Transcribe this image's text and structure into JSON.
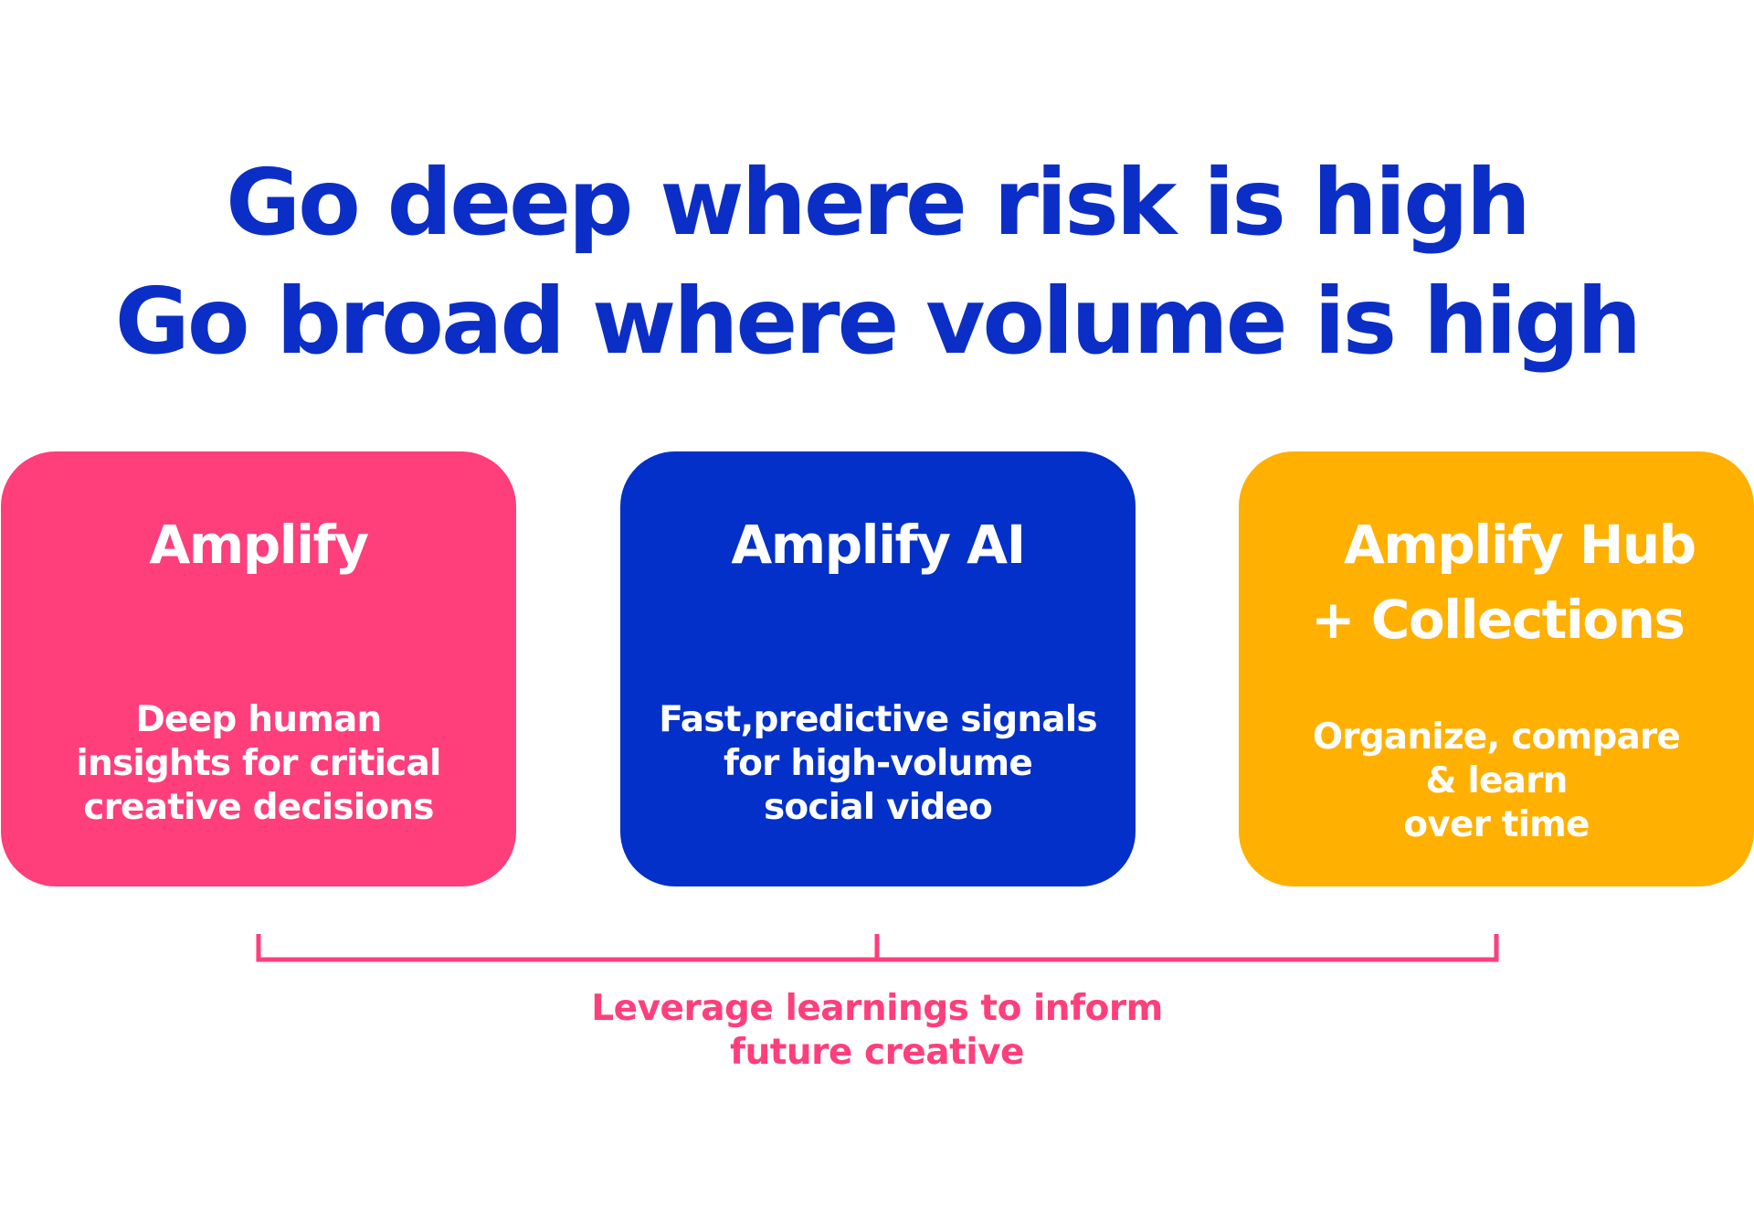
{
  "colors": {
    "headline": "#0b2ec7",
    "amplify": "#ff3e7c",
    "amplify_ai": "#0230c8",
    "amplify_hub": "#ffb000",
    "card_text": "#ffffff",
    "bracket": "#ff3e7c",
    "caption": "#ff3e7c"
  },
  "headline": {
    "line1": "Go deep where risk is high",
    "line2": "Go broad where volume is high"
  },
  "cards": [
    {
      "title": "Amplify",
      "description": [
        "Deep human",
        "insights for critical",
        "creative decisions"
      ]
    },
    {
      "title": "Amplify AI",
      "description": [
        "Fast,predictive signals",
        "for high-volume",
        "social video"
      ]
    },
    {
      "title_lines": [
        "Amplify Hub",
        "+ Collections"
      ],
      "description": [
        "Organize, compare",
        "& learn",
        "over time"
      ]
    }
  ],
  "caption": {
    "line1": "Leverage learnings to inform",
    "line2": "future creative"
  }
}
